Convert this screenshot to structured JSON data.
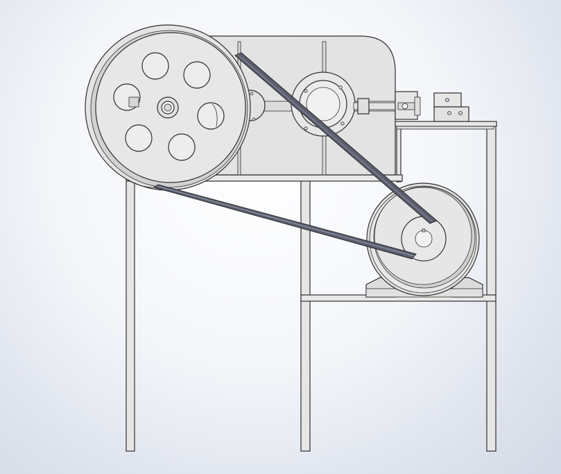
{
  "drawing": {
    "kind": "cad-mechanical-assembly-view",
    "components": [
      "large-driven-pulley",
      "gearbox-housing",
      "drive-belt-upper",
      "drive-belt-lower",
      "electric-motor",
      "motor-pulley",
      "motor-mount",
      "output-shaft-coupling",
      "bearing-blocks",
      "support-frame"
    ],
    "colors": {
      "background_center": "#ffffff",
      "background_edge": "#d3d9e5",
      "part_fill": "#e4e4e4",
      "part_fill_dark": "#cfcfcf",
      "belt": "#565a6a",
      "outline": "#2e2e2e"
    }
  }
}
